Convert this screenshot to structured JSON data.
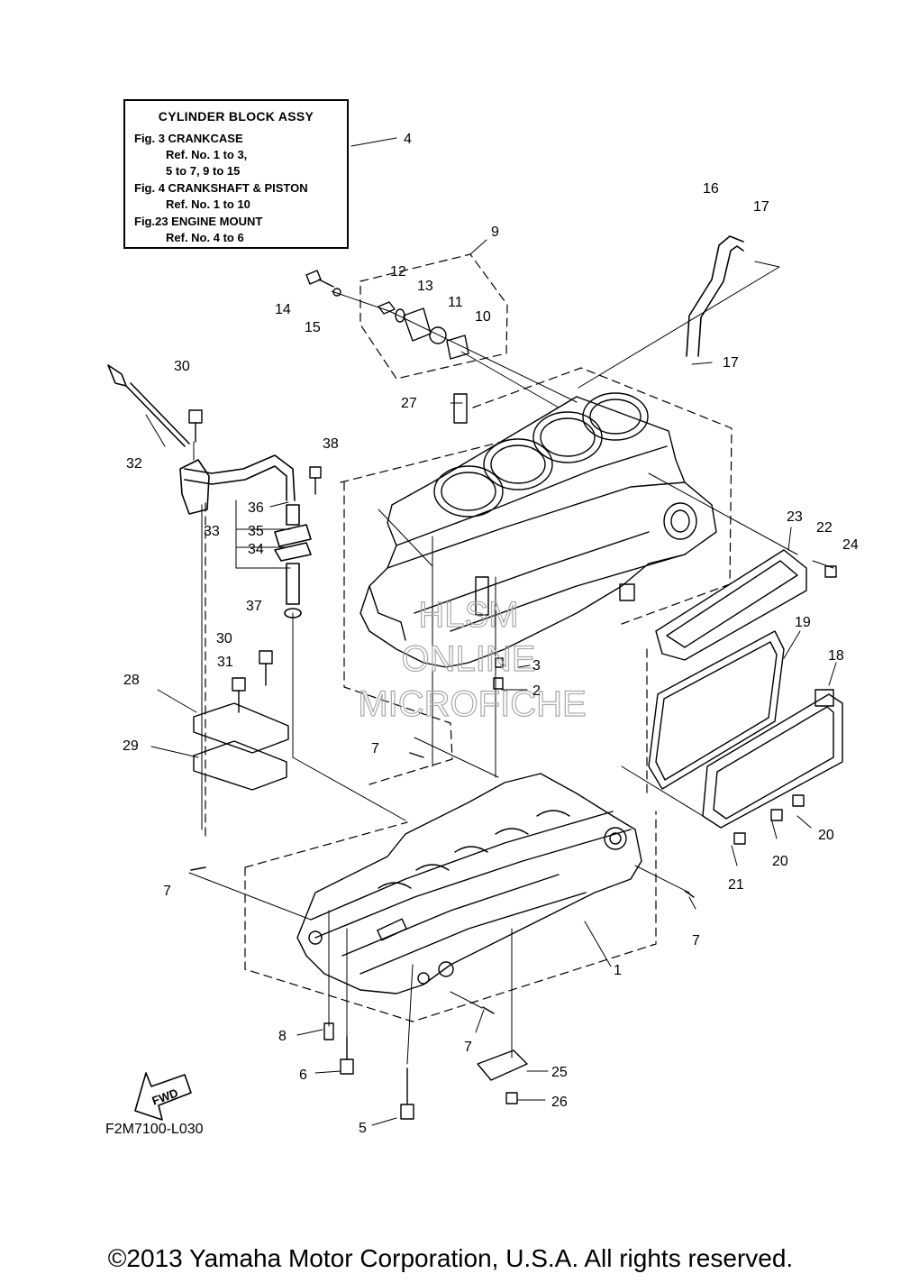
{
  "reference_box": {
    "title": "CYLINDER BLOCK ASSY",
    "lines": [
      "Fig.  3 CRANKCASE",
      "Ref. No. 1 to 3,",
      "5 to 7, 9 to 15",
      "Fig.  4 CRANKSHAFT & PISTON",
      "Ref. No. 1 to 10",
      "Fig.23 ENGINE MOUNT",
      "Ref. No. 4 to 6"
    ]
  },
  "callouts": [
    "4",
    "9",
    "12",
    "13",
    "11",
    "10",
    "14",
    "15",
    "16",
    "17",
    "17",
    "30",
    "38",
    "32",
    "27",
    "36",
    "33",
    "35",
    "34",
    "37",
    "23",
    "22",
    "24",
    "19",
    "18",
    "30",
    "31",
    "28",
    "3",
    "2",
    "7",
    "29",
    "20",
    "20",
    "21",
    "7",
    "7",
    "1",
    "8",
    "7",
    "6",
    "25",
    "26",
    "5"
  ],
  "watermark": {
    "lines": [
      "HLSM",
      "ONLINE",
      "MICROFICHE"
    ]
  },
  "fwd_label": "FWD",
  "diagram_code": "F2M7100-L030",
  "copyright": "©2013 Yamaha Motor Corporation, U.S.A. All rights reserved."
}
